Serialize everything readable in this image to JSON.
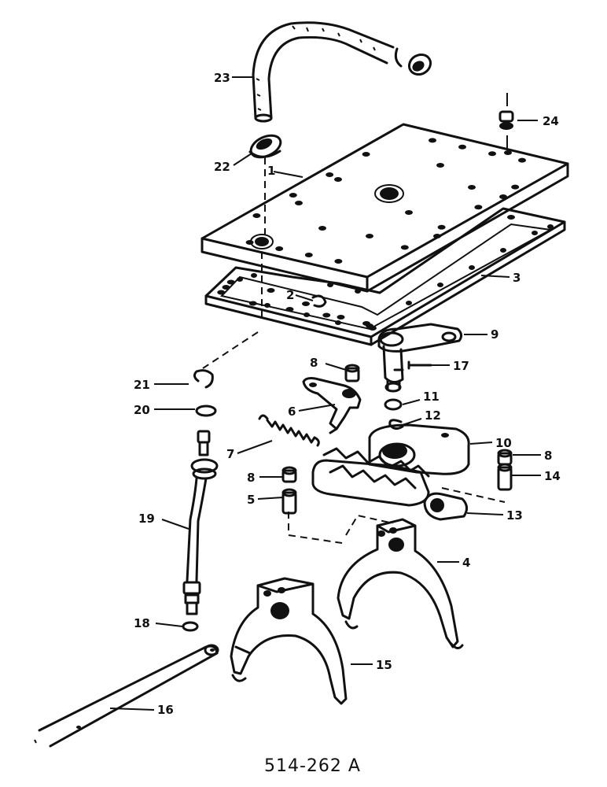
{
  "parts": [
    {
      "id": "p1",
      "label": "1"
    },
    {
      "id": "p2",
      "label": "2"
    },
    {
      "id": "p3",
      "label": "3"
    },
    {
      "id": "p4",
      "label": "4"
    },
    {
      "id": "p5",
      "label": "5"
    },
    {
      "id": "p6",
      "label": "6"
    },
    {
      "id": "p7",
      "label": "7"
    },
    {
      "id": "p8a",
      "label": "8"
    },
    {
      "id": "p8b",
      "label": "8"
    },
    {
      "id": "p8c",
      "label": "8"
    },
    {
      "id": "p9",
      "label": "9"
    },
    {
      "id": "p10",
      "label": "10"
    },
    {
      "id": "p11",
      "label": "11"
    },
    {
      "id": "p12",
      "label": "12"
    },
    {
      "id": "p13",
      "label": "13"
    },
    {
      "id": "p14",
      "label": "14"
    },
    {
      "id": "p15",
      "label": "15"
    },
    {
      "id": "p16",
      "label": "16"
    },
    {
      "id": "p17",
      "label": "17"
    },
    {
      "id": "p18",
      "label": "18"
    },
    {
      "id": "p19",
      "label": "19"
    },
    {
      "id": "p20",
      "label": "20"
    },
    {
      "id": "p21",
      "label": "21"
    },
    {
      "id": "p22",
      "label": "22"
    },
    {
      "id": "p23",
      "label": "23"
    },
    {
      "id": "p24",
      "label": "24"
    }
  ],
  "reference": "514-262 A"
}
